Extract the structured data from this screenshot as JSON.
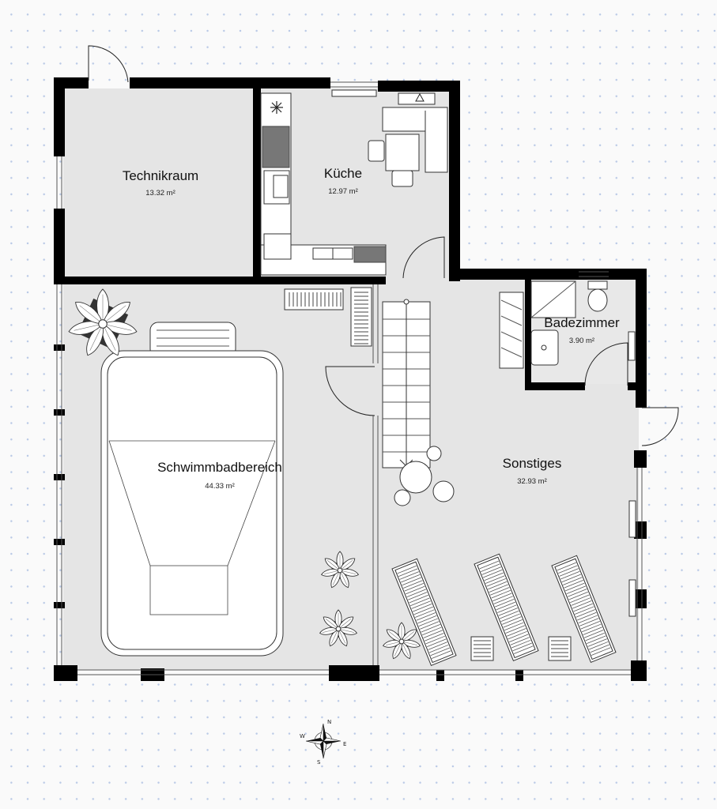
{
  "floorplan": {
    "rooms": [
      {
        "id": "technikraum",
        "name": "Technikraum",
        "area": "13.32 m²"
      },
      {
        "id": "kueche",
        "name": "Küche",
        "area": "12.97 m²"
      },
      {
        "id": "badezimmer",
        "name": "Badezimmer",
        "area": "3.90 m²"
      },
      {
        "id": "schwimmbad",
        "name": "Schwimmbadbereich",
        "area": "44.33 m²"
      },
      {
        "id": "sonstiges",
        "name": "Sonstiges",
        "area": "32.93 m²"
      }
    ],
    "compass": {
      "n": "N",
      "e": "E",
      "s": "S",
      "w": "W"
    },
    "colors": {
      "floor": "#e5e5e5",
      "wall": "#000000",
      "grid_dot": "#b9c9e6",
      "background": "#fafafa"
    }
  }
}
